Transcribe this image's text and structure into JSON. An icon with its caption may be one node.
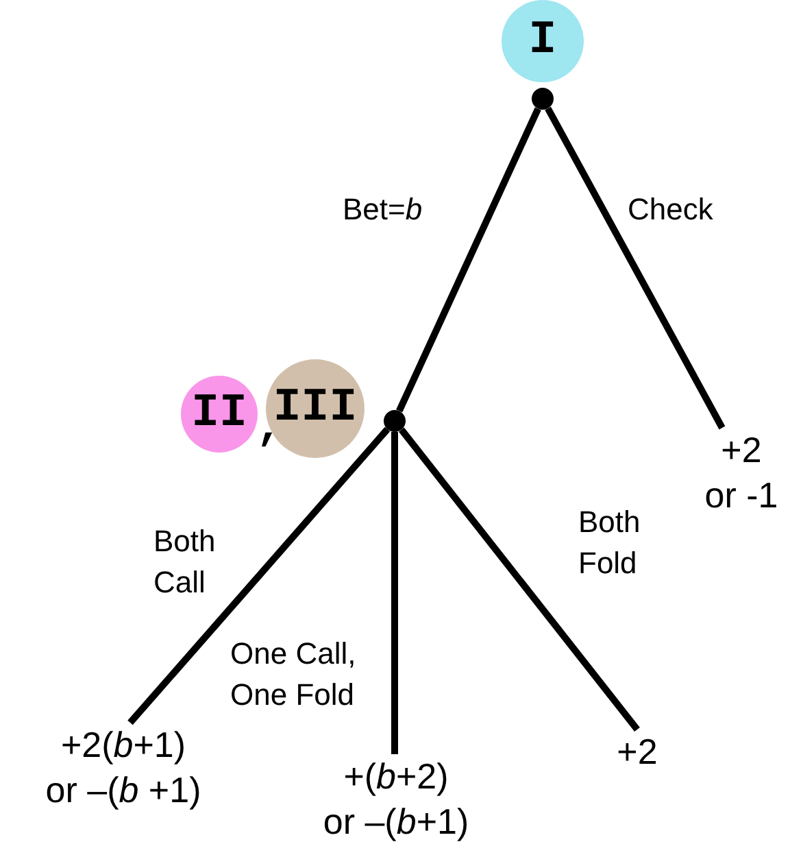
{
  "diagram": {
    "nodes": [
      {
        "text": [
          "I"
        ]
      },
      {
        "text": [],
        "shape": "circle"
      },
      {
        "text": [
          "II"
        ]
      },
      {
        "text": [
          "III"
        ]
      },
      {
        "text": [],
        "shape": "circle"
      },
      {
        "text": [
          "+2",
          "or -1"
        ]
      },
      {
        "text": [
          "+2(*b*+1)",
          "or –(*b* +1)"
        ]
      },
      {
        "text": [
          "+(*b*+2)",
          "or –(*b*+1)"
        ]
      },
      {
        "text": [
          "+2"
        ]
      }
    ],
    "edges": [
      {
        "from": 1,
        "to": 4,
        "arrow": "none",
        "label": "Bet=*b*"
      },
      {
        "from": 1,
        "to": 5,
        "arrow": "none",
        "label": "Check"
      },
      {
        "from": 4,
        "to": 6,
        "arrow": "none",
        "label": "Both Call"
      },
      {
        "from": 4,
        "to": 7,
        "arrow": "none",
        "label": "One Call, One Fold"
      },
      {
        "from": 4,
        "to": 8,
        "arrow": "none",
        "label": "Both Fold"
      }
    ],
    "labels": [
      ","
    ]
  }
}
